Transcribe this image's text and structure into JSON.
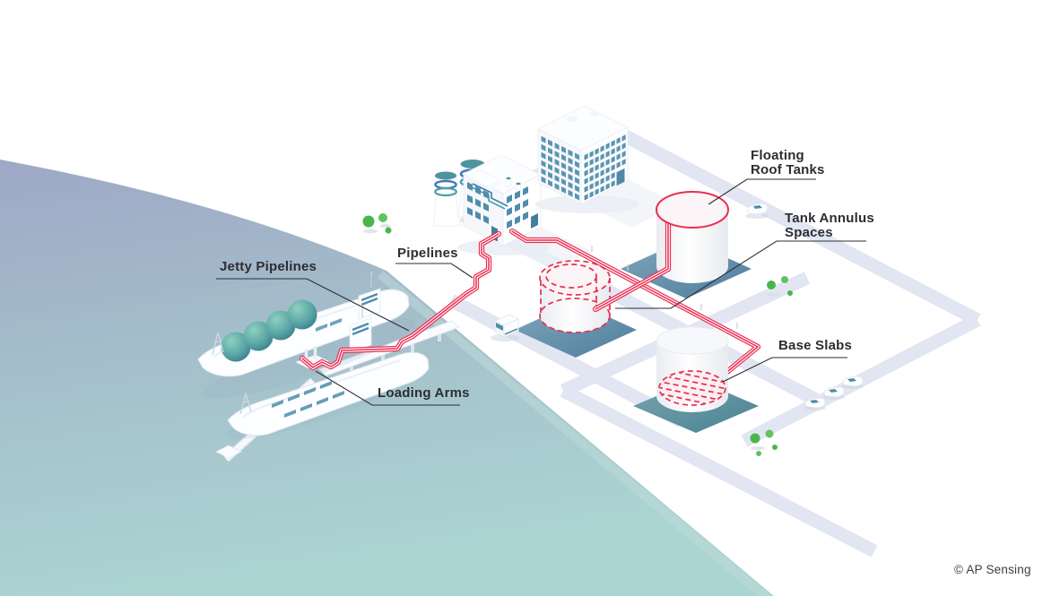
{
  "diagram": {
    "credit": "© AP Sensing",
    "labels": {
      "floating_roof_tanks": {
        "lines": [
          "Floating",
          "Roof Tanks"
        ]
      },
      "tank_annulus_spaces": {
        "lines": [
          "Tank Annulus",
          "Spaces"
        ]
      },
      "pipelines": {
        "lines": [
          "Pipelines"
        ]
      },
      "jetty_pipelines": {
        "lines": [
          "Jetty Pipelines"
        ]
      },
      "loading_arms": {
        "lines": [
          "Loading Arms"
        ]
      },
      "base_slabs": {
        "lines": [
          "Base Slabs"
        ]
      }
    },
    "colors": {
      "accent_red": "#EC2B50",
      "label_text": "#2d2d32",
      "water_deep": "#9EA8C6",
      "water_shallow": "#ABD5D3",
      "road": "#E2E6F3",
      "pad_blue_dark": "#4F7E9E",
      "pad_blue_light": "#7FA6BB",
      "pad_teal_dark": "#4A8294",
      "pad_teal_light": "#79A5AC",
      "window_teal": "#4E8DAC",
      "dome_teal_dark": "#2F7586",
      "dome_teal_light": "#8ED0C0",
      "tree_green": "#49B64C",
      "tree_green_light": "#5FC360"
    }
  }
}
